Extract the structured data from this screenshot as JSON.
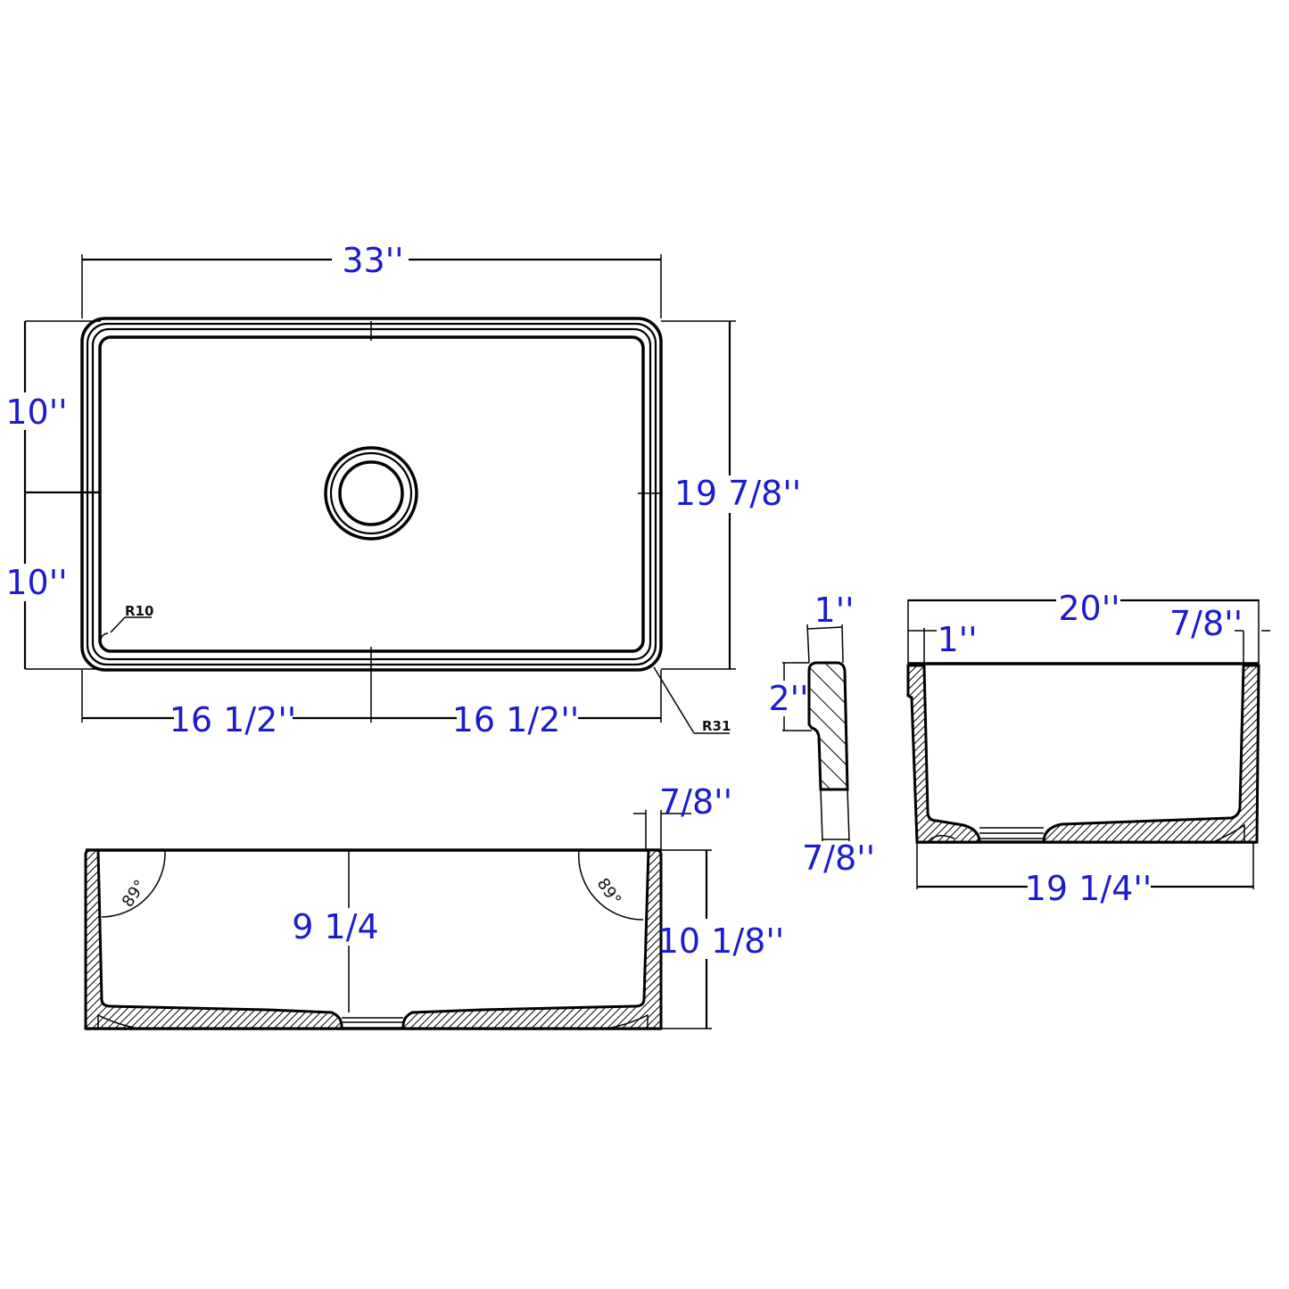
{
  "top_view": {
    "width_label": "33''",
    "left_upper_label": "10''",
    "left_lower_label": "10''",
    "depth_label": "19 7/8''",
    "bottom_left_label": "16 1/2''",
    "bottom_right_label": "16 1/2''",
    "inner_radius_label": "R10",
    "outer_radius_label": "R31"
  },
  "front_view": {
    "wall_label": "7/8''",
    "inner_depth_label": "9 1/4",
    "height_label": "10 1/8''",
    "left_angle_label": "89°",
    "right_angle_label": "89°"
  },
  "apron_section": {
    "top_width_label": "1''",
    "lip_height_label": "2''",
    "bottom_width_label": "7/8''"
  },
  "side_view": {
    "width_label": "20''",
    "left_wall_label": "1''",
    "right_wall_label": "7/8''",
    "bottom_width_label": "19 1/4''"
  }
}
